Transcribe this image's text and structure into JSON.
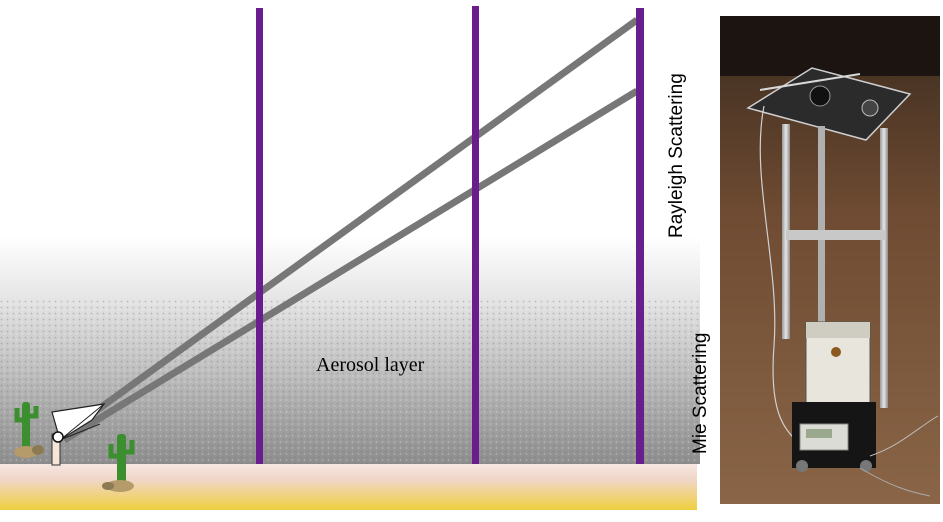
{
  "labels": {
    "aerosol_layer": "Aerosol layer",
    "rayleigh_scattering": "Rayleigh Scattering",
    "mie_scattering": "Mie Scattering"
  },
  "colors": {
    "pole": "#6a1d8c",
    "beam": "#7a7a7a",
    "ground_top": "#f3dcd6",
    "ground_bottom": "#f0d24a",
    "cactus": "#3c8f2e",
    "aerosol_gradient": "#8a8a8a"
  },
  "icons": [
    "cactus-icon",
    "rock-icon",
    "telescope-icon"
  ],
  "photo": {
    "subject": "telescope-photometer-on-stand-at-night"
  }
}
